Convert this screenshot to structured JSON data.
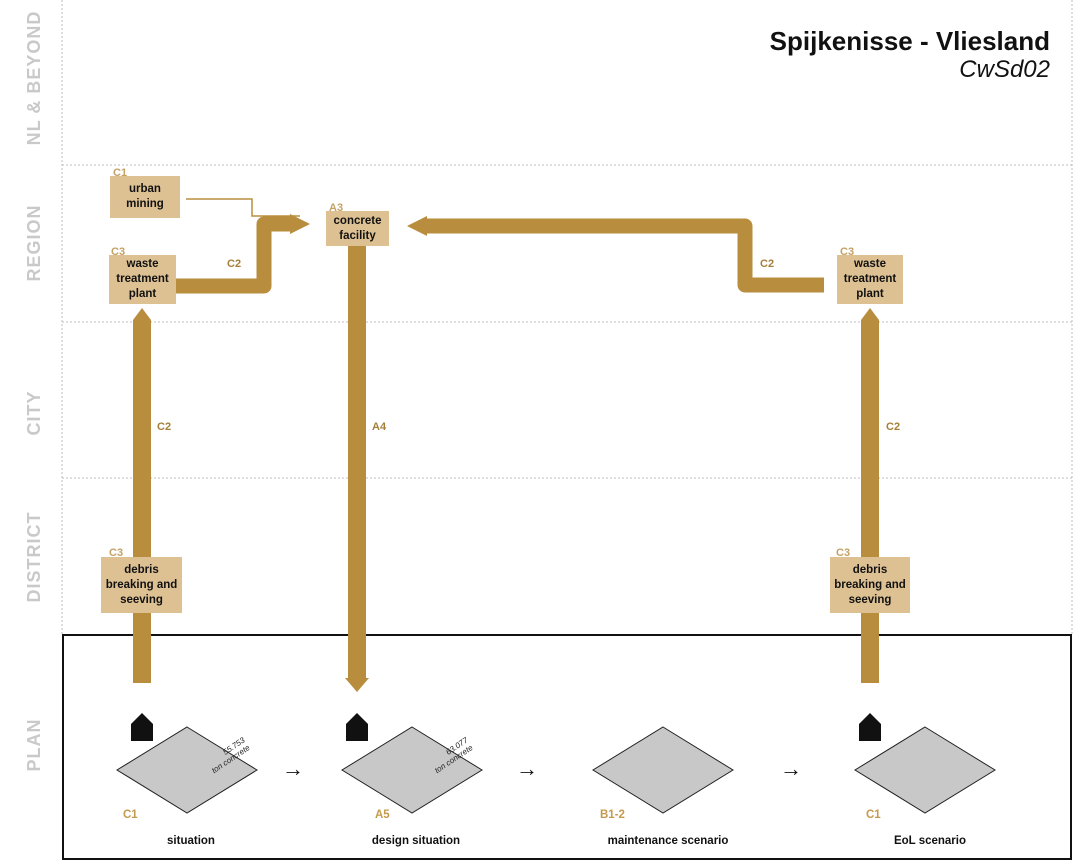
{
  "title": {
    "main": "Spijkenisse - Vliesland",
    "sub": "CwSd02"
  },
  "lanes": [
    "NL & BEYOND",
    "REGION",
    "CITY",
    "DISTRICT",
    "PLAN"
  ],
  "colors": {
    "flow": "#b98d3e",
    "box": "#dec193",
    "code": "#c4a165",
    "lane_label": "#c9c9c9",
    "diamond": "#c8c8c8"
  },
  "boxes": {
    "urban_mining": {
      "code": "C1",
      "label": "urban mining"
    },
    "waste_left": {
      "code": "C3",
      "label": "waste treatment plant"
    },
    "concrete_facility": {
      "code": "A3",
      "label": "concrete facility"
    },
    "waste_right": {
      "code": "C3",
      "label": "waste treatment plant"
    },
    "debris_left": {
      "code": "C3",
      "label": "debris breaking and seeving"
    },
    "debris_right": {
      "code": "C3",
      "label": "debris breaking and seeving"
    }
  },
  "flows": {
    "c2_region_left": "C2",
    "c2_region_right": "C2",
    "c2_city_left": "C2",
    "a4_city": "A4",
    "c2_city_right": "C2"
  },
  "scenarios": [
    {
      "code": "C1",
      "label": "situation",
      "amount_value": "55.753",
      "amount_unit": "ton concrete",
      "icon": "house-icon"
    },
    {
      "code": "A5",
      "label": "design situation",
      "amount_value": "63.077",
      "amount_unit": "ton concrete",
      "icon": "house-icon"
    },
    {
      "code": "B1-2",
      "label": "maintenance scenario",
      "amount_value": "",
      "amount_unit": ""
    },
    {
      "code": "C1",
      "label": "EoL scenario",
      "amount_value": "",
      "amount_unit": "",
      "icon": "house-icon"
    }
  ],
  "arrows": [
    "→",
    "→",
    "→"
  ]
}
